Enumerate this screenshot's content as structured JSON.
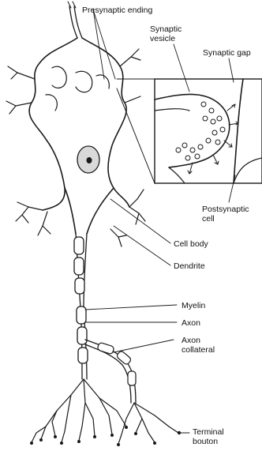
{
  "labels": {
    "presynaptic_ending": "Presynaptic ending",
    "synaptic_vesicle_1": "Synaptic",
    "synaptic_vesicle_2": "vesicle",
    "synaptic_gap": "Synaptic gap",
    "postsynaptic_cell_1": "Postsynaptic",
    "postsynaptic_cell_2": "cell",
    "cell_body": "Cell body",
    "dendrite": "Dendrite",
    "myelin": "Myelin",
    "axon": "Axon",
    "axon_collateral_1": "Axon",
    "axon_collateral_2": "collateral",
    "terminal_bouton_1": "Terminal",
    "terminal_bouton_2": "bouton"
  },
  "colors": {
    "ink": "#1a1a1a",
    "nucleus_fill": "#d9d9d9",
    "background": "#ffffff"
  }
}
